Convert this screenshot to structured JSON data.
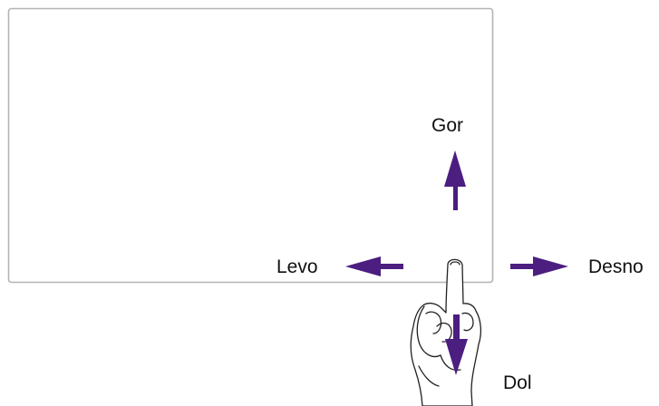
{
  "labels": {
    "up": "Gor",
    "left": "Levo",
    "right": "Desno",
    "down": "Dol"
  },
  "colors": {
    "arrow": "#4b1e80",
    "screen_border": "#b4b4b4",
    "hand_stroke": "#222222"
  },
  "icons": {
    "hand": "pointing-hand-icon"
  }
}
